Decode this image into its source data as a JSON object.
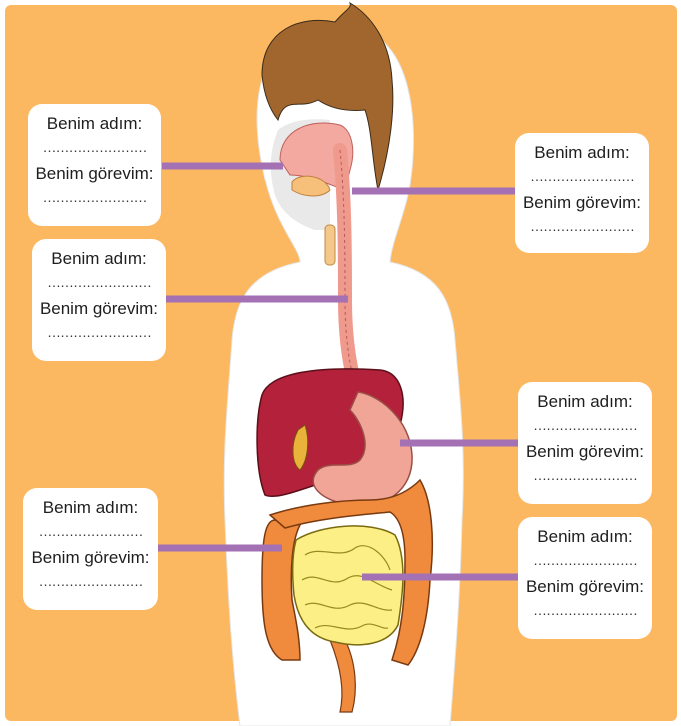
{
  "colors": {
    "background": "#fbb861",
    "pointer": "#a371b4",
    "card": "#ffffff",
    "body": "#ffffff",
    "hair": "#a1662d",
    "liver": "#b4213a",
    "stomach": "#f1a597",
    "small_intestine": "#fbef86",
    "large_intestine": "#f08a3d"
  },
  "cards": [
    {
      "name_label": "Benim adım:",
      "name_blank": "……………………",
      "role_label": "Benim görevim:",
      "role_blank": "……………………"
    },
    {
      "name_label": "Benim adım:",
      "name_blank": "……………………",
      "role_label": "Benim görevim:",
      "role_blank": "……………………"
    },
    {
      "name_label": "Benim adım:",
      "name_blank": "……………………",
      "role_label": "Benim görevim:",
      "role_blank": "……………………"
    },
    {
      "name_label": "Benim adım:",
      "name_blank": "……………………",
      "role_label": "Benim görevim:",
      "role_blank": "……………………"
    },
    {
      "name_label": "Benim adım:",
      "name_blank": "……………………",
      "role_label": "Benim görevim:",
      "role_blank": "……………………"
    },
    {
      "name_label": "Benim adım:",
      "name_blank": "……………………",
      "role_label": "Benim görevim:",
      "role_blank": "……………………"
    }
  ]
}
